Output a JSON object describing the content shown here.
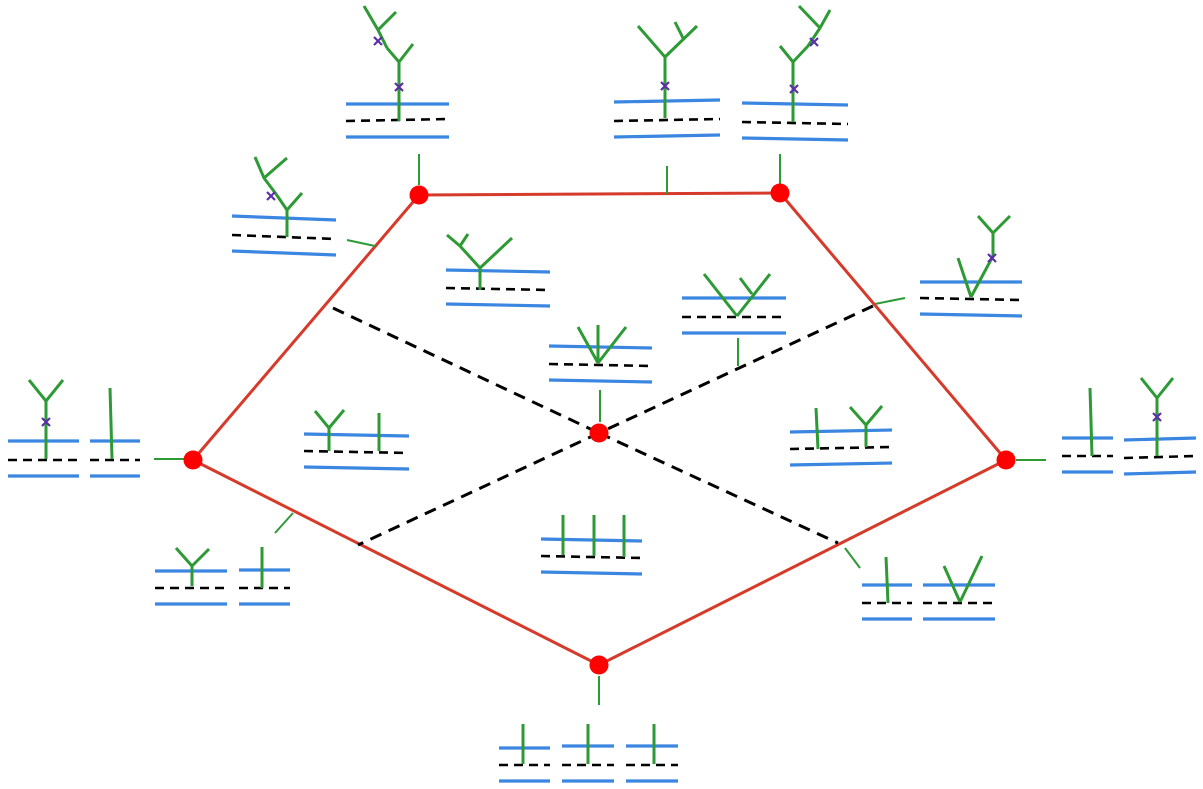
{
  "colors": {
    "polygon_edge": "#d63a2a",
    "vertex": "#ff0000",
    "chamber_wall": "#000000",
    "membrane_lane": "#3a86e0",
    "glycan_tree": "#2e9a35",
    "cleavage_mark": "#5b2fa8"
  },
  "icons": {
    "vertex": "filled-circle",
    "glycan": "y-shaped-tree",
    "cleavage": "x-mark"
  }
}
